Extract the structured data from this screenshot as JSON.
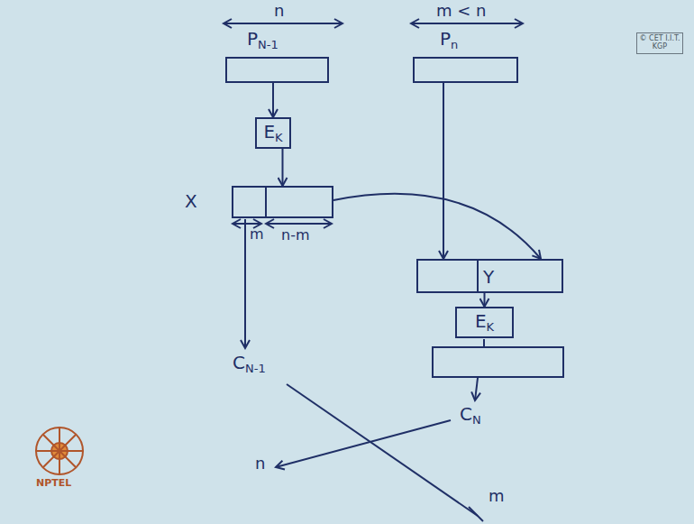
{
  "diagram": {
    "nodes": [
      {
        "text": [
          "PN-1"
        ]
      },
      {
        "text": [
          "Pn"
        ]
      },
      {
        "text": [
          "EK"
        ]
      },
      {
        "text": [
          "X"
        ]
      },
      {
        "text": [
          "Y"
        ]
      },
      {
        "text": [
          "EK"
        ]
      }
    ],
    "edges": [
      {
        "from": 0,
        "to": 2,
        "arrow": "to"
      },
      {
        "from": 2,
        "to": 3,
        "arrow": "to"
      },
      {
        "from": 3,
        "to": 4,
        "arrow": "to"
      },
      {
        "from": 1,
        "to": 4,
        "arrow": "to"
      },
      {
        "from": 4,
        "to": 5,
        "arrow": "to"
      }
    ],
    "labels": [
      "n",
      "m < n",
      "m",
      "n-m",
      "CN-1",
      "CN",
      "n",
      "m",
      "© CET I.I.T. KGP",
      "NPTEL"
    ]
  }
}
